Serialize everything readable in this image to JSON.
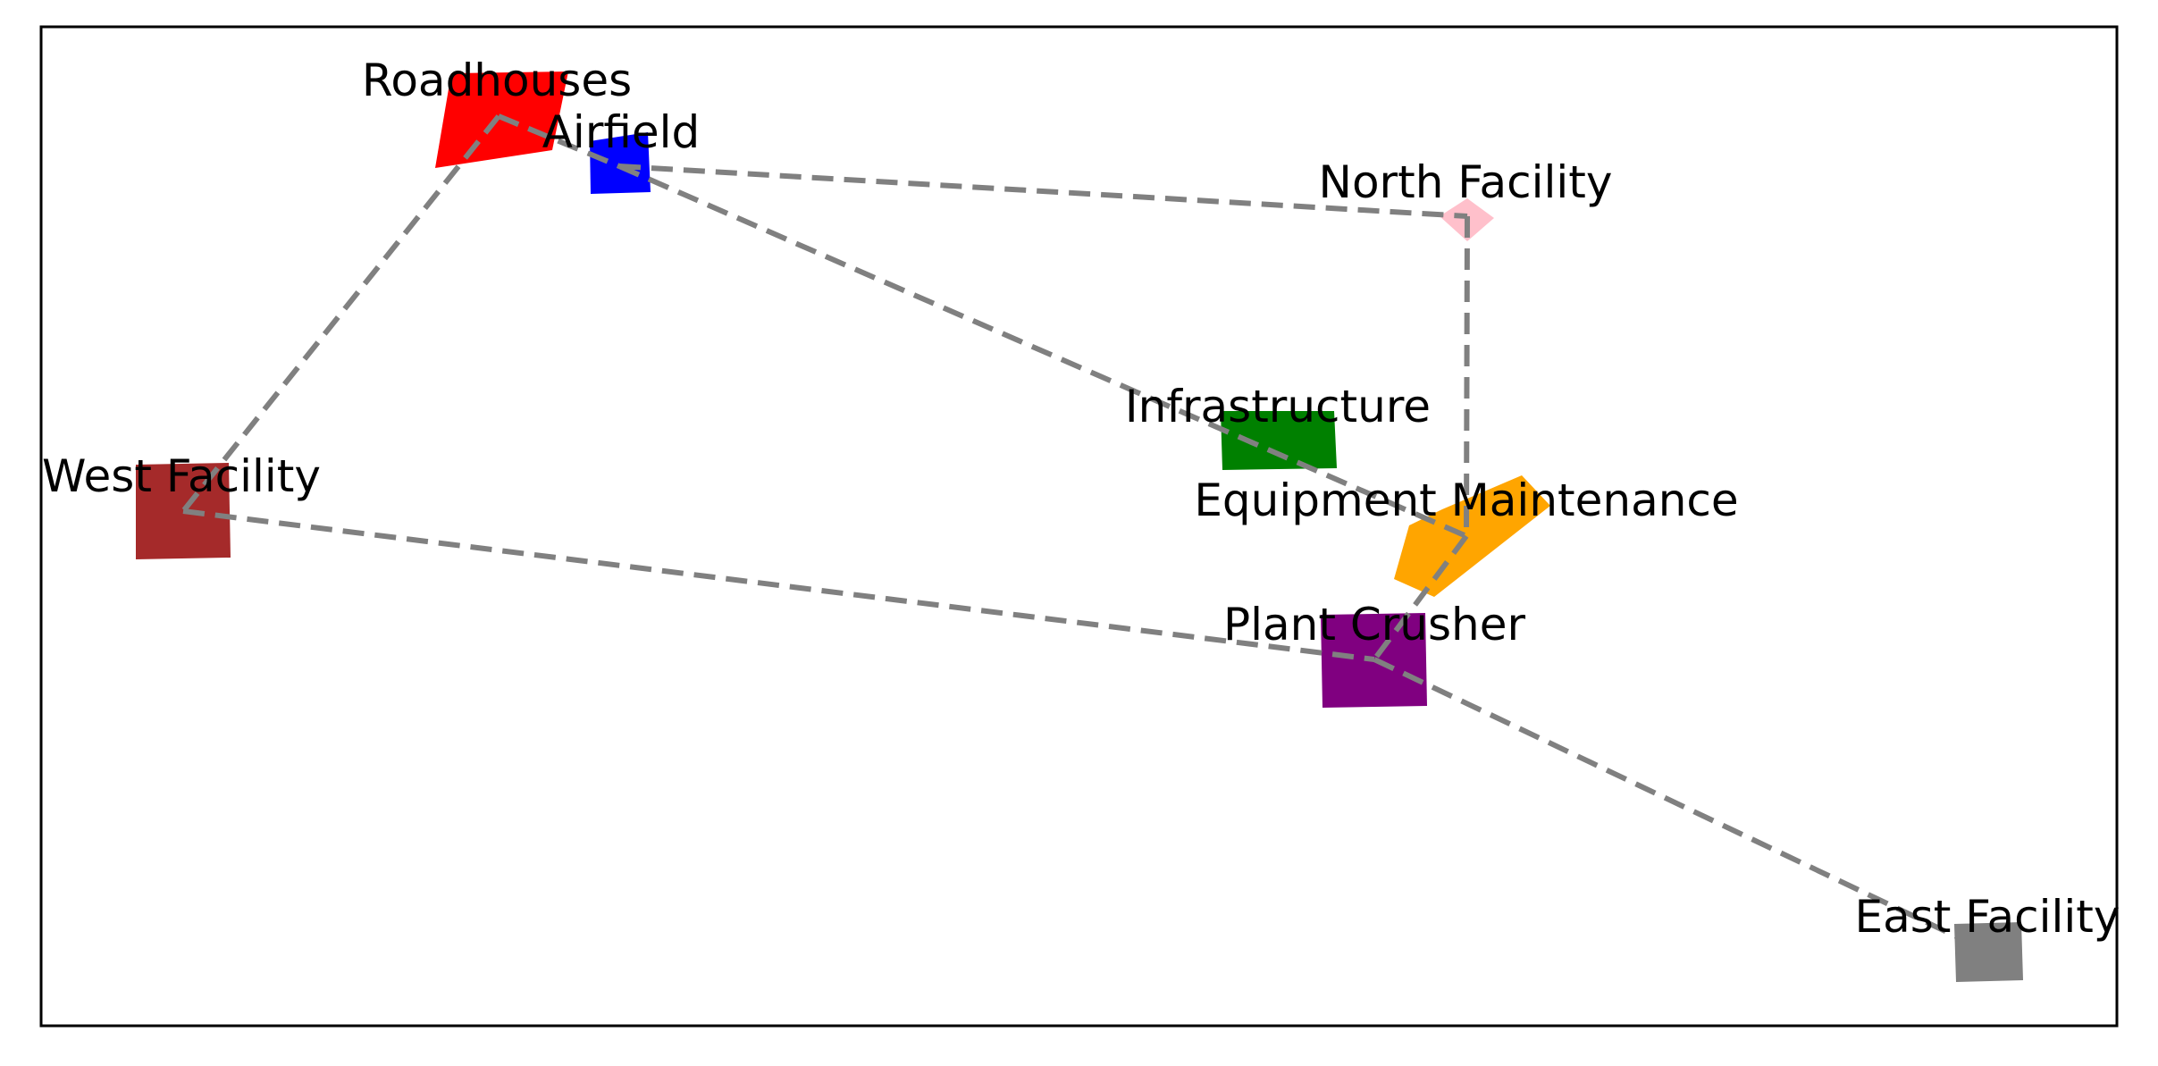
{
  "map": {
    "facilities": [
      {
        "id": "roadhouses",
        "label": "Roadhouses",
        "color": "#ff0000"
      },
      {
        "id": "airfield",
        "label": "Airfield",
        "color": "#0000ff"
      },
      {
        "id": "north-facility",
        "label": "North Facility",
        "color": "#ffc0cb"
      },
      {
        "id": "infrastructure",
        "label": "Infrastructure",
        "color": "#008000"
      },
      {
        "id": "west-facility",
        "label": "West Facility",
        "color": "#a52a2a"
      },
      {
        "id": "equipment-maintenance",
        "label": "Equipment Maintenance",
        "color": "#ffa500"
      },
      {
        "id": "plant-crusher",
        "label": "Plant Crusher",
        "color": "#800080"
      },
      {
        "id": "east-facility",
        "label": "East Facility",
        "color": "#808080"
      }
    ],
    "routes": [
      {
        "from": "roadhouses",
        "to": "west-facility"
      },
      {
        "from": "roadhouses",
        "to": "airfield"
      },
      {
        "from": "airfield",
        "to": "north-facility"
      },
      {
        "from": "airfield",
        "to": "equipment-maintenance"
      },
      {
        "from": "north-facility",
        "to": "equipment-maintenance"
      },
      {
        "from": "equipment-maintenance",
        "to": "plant-crusher"
      },
      {
        "from": "west-facility",
        "to": "plant-crusher"
      },
      {
        "from": "plant-crusher",
        "to": "east-facility"
      }
    ],
    "route_color": "#808080",
    "route_style": "dashed"
  }
}
